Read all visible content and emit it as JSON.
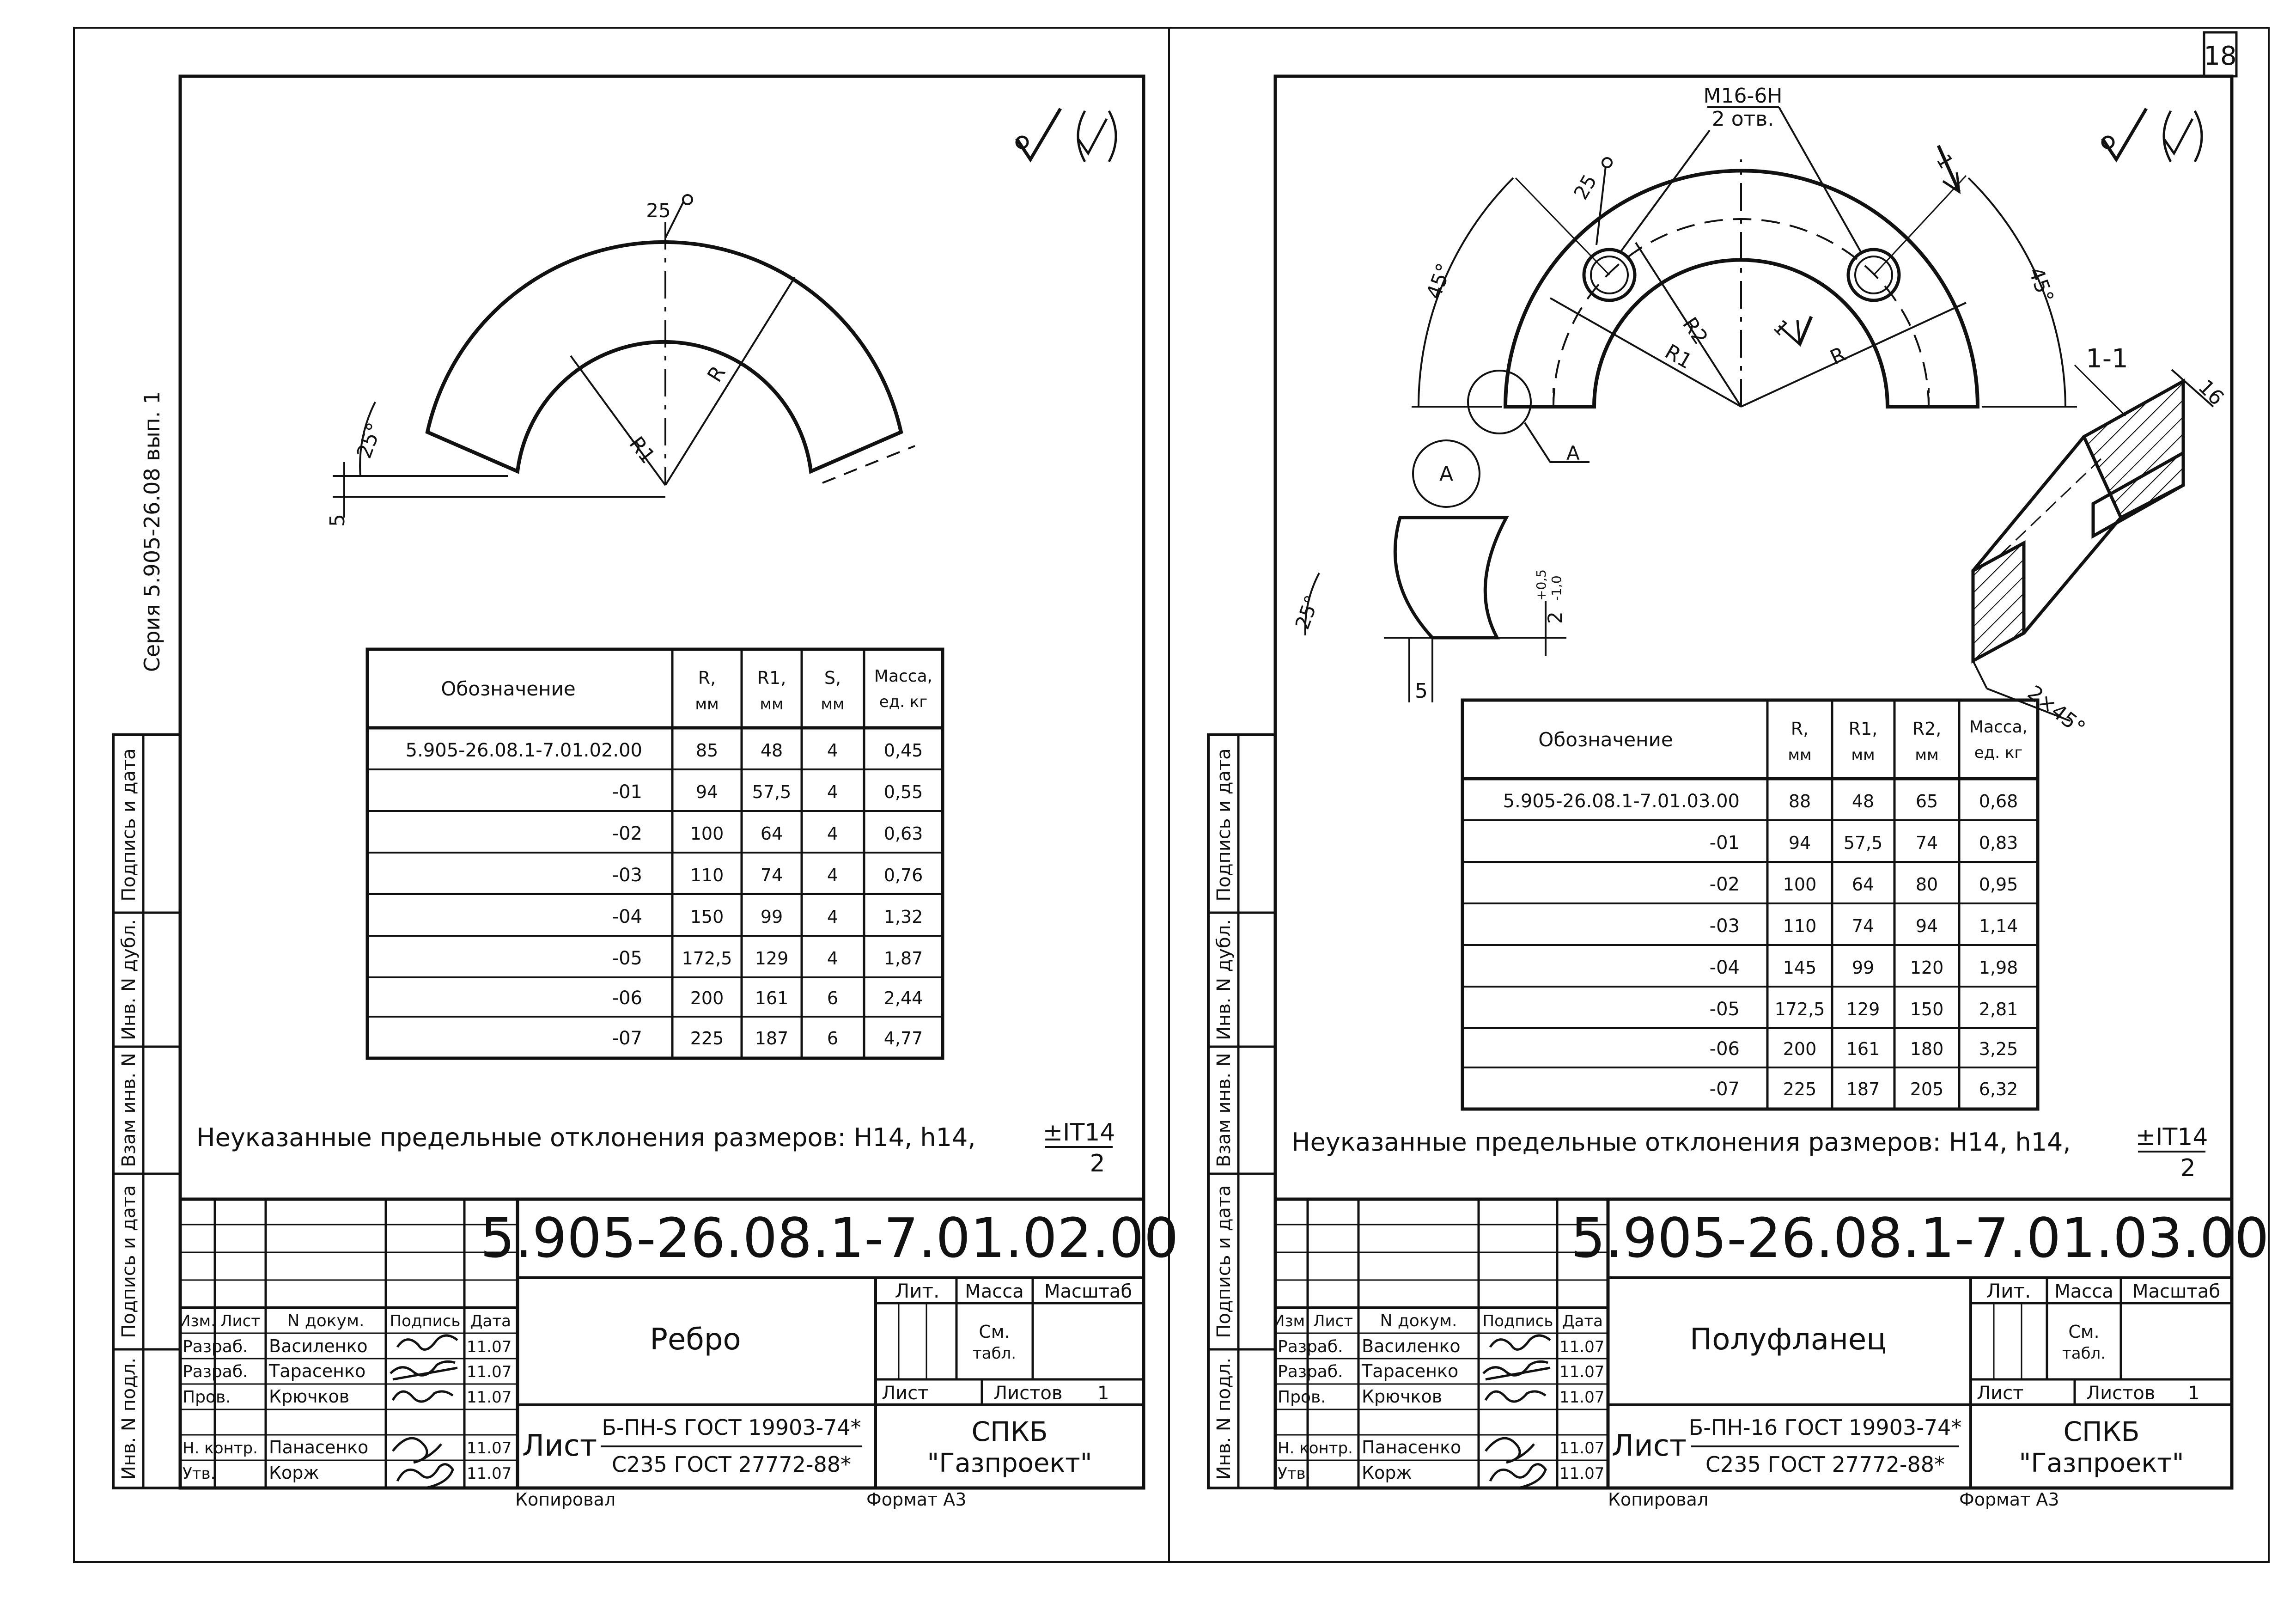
{
  "sheet_number": "18",
  "series_label": "Серия 5.905-26.08  вып. 1",
  "side_stamp": [
    "Подпись и дата",
    "Инв. N дубл.",
    "Взам инв. N",
    "Подпись и дата",
    "Инв. N подл."
  ],
  "left": {
    "dims": {
      "angle": "25°",
      "offset": "5",
      "radius_r": "R",
      "radius_r1": "R1",
      "roughness": "25"
    },
    "table": {
      "headers": [
        "Обозначение",
        "R,",
        "мм",
        "R1,",
        "мм",
        "S,",
        "мм",
        "Масса,",
        "ед. кг"
      ],
      "rows": [
        [
          "5.905-26.08.1-7.01.02.00",
          "85",
          "48",
          "4",
          "0,45"
        ],
        [
          "-01",
          "94",
          "57,5",
          "4",
          "0,55"
        ],
        [
          "-02",
          "100",
          "64",
          "4",
          "0,63"
        ],
        [
          "-03",
          "110",
          "74",
          "4",
          "0,76"
        ],
        [
          "-04",
          "150",
          "99",
          "4",
          "1,32"
        ],
        [
          "-05",
          "172,5",
          "129",
          "4",
          "1,87"
        ],
        [
          "-06",
          "200",
          "161",
          "6",
          "2,44"
        ],
        [
          "-07",
          "225",
          "187",
          "6",
          "4,77"
        ]
      ]
    },
    "tolerance_note": "Неуказанные предельные отклонения размеров: H14, h14, ",
    "tolerance_frac_top": "±IT14",
    "tolerance_frac_bottom": "2",
    "title_block": {
      "code": "5.905-26.08.1-7.01.02.00",
      "name": "Ребро",
      "col_headers": [
        "Изм.",
        "Лист",
        "N докум.",
        "Подпись",
        "Дата"
      ],
      "people": [
        {
          "role": "Разраб.",
          "name": "Василенко",
          "date": "11.07"
        },
        {
          "role": "Разраб.",
          "name": "Тарасенко",
          "date": "11.07"
        },
        {
          "role": "Пров.",
          "name": "Крючков",
          "date": "11.07"
        },
        {
          "role": "Н. контр.",
          "name": "Панасенко",
          "date": "11.07"
        },
        {
          "role": "Утв.",
          "name": "Корж",
          "date": "11.07"
        }
      ],
      "lit": "Лит.",
      "mass": "Масса",
      "scale": "Масштаб",
      "mass_value_1": "См.",
      "mass_value_2": "табл.",
      "sheet": "Лист",
      "sheets": "Листов",
      "sheets_count": "1",
      "material_label": "Лист",
      "material_top": "Б-ПН-S ГОСТ 19903-74*",
      "material_bottom": "С235 ГОСТ 27772-88*",
      "org_1": "СПКБ",
      "org_2": "\"Газпроект\""
    },
    "copied": "Копировал",
    "format": "Формат А3"
  },
  "right": {
    "dims": {
      "thread": "М16-6Н",
      "holes": "2 отв.",
      "angle_left": "45°",
      "angle_right": "45°",
      "roughness": "25",
      "r": "R",
      "r1": "R1",
      "r2": "R2",
      "section_mark": "1",
      "section_title": "1-1",
      "thickness": "16",
      "chamfer": "2×45°",
      "detail_label": "А",
      "detail_angle": "25°",
      "detail_offset": "5",
      "detail_gap": "2",
      "detail_tol_top": "+0,5",
      "detail_tol_bottom": "-1,0"
    },
    "table": {
      "headers": [
        "Обозначение",
        "R,",
        "мм",
        "R1,",
        "мм",
        "R2,",
        "мм",
        "Масса,",
        "ед. кг"
      ],
      "rows": [
        [
          "5.905-26.08.1-7.01.03.00",
          "88",
          "48",
          "65",
          "0,68"
        ],
        [
          "-01",
          "94",
          "57,5",
          "74",
          "0,83"
        ],
        [
          "-02",
          "100",
          "64",
          "80",
          "0,95"
        ],
        [
          "-03",
          "110",
          "74",
          "94",
          "1,14"
        ],
        [
          "-04",
          "145",
          "99",
          "120",
          "1,98"
        ],
        [
          "-05",
          "172,5",
          "129",
          "150",
          "2,81"
        ],
        [
          "-06",
          "200",
          "161",
          "180",
          "3,25"
        ],
        [
          "-07",
          "225",
          "187",
          "205",
          "6,32"
        ]
      ]
    },
    "tolerance_note": "Неуказанные предельные отклонения размеров: H14, h14, ",
    "tolerance_frac_top": "±IT14",
    "tolerance_frac_bottom": "2",
    "title_block": {
      "code": "5.905-26.08.1-7.01.03.00",
      "name": "Полуфланец",
      "col_headers": [
        "Изм.",
        "Лист",
        "N докум.",
        "Подпись",
        "Дата"
      ],
      "people": [
        {
          "role": "Разраб.",
          "name": "Василенко",
          "date": "11.07"
        },
        {
          "role": "Разраб.",
          "name": "Тарасенко",
          "date": "11.07"
        },
        {
          "role": "Пров.",
          "name": "Крючков",
          "date": "11.07"
        },
        {
          "role": "Н. контр.",
          "name": "Панасенко",
          "date": "11.07"
        },
        {
          "role": "Утв.",
          "name": "Корж",
          "date": "11.07"
        }
      ],
      "lit": "Лит.",
      "mass": "Масса",
      "scale": "Масштаб",
      "mass_value_1": "См.",
      "mass_value_2": "табл.",
      "sheet": "Лист",
      "sheets": "Листов",
      "sheets_count": "1",
      "material_label": "Лист",
      "material_top": "Б-ПН-16 ГОСТ 19903-74*",
      "material_bottom": "С235 ГОСТ 27772-88*",
      "org_1": "СПКБ",
      "org_2": "\"Газпроект\""
    },
    "copied": "Копировал",
    "format": "Формат А3"
  }
}
